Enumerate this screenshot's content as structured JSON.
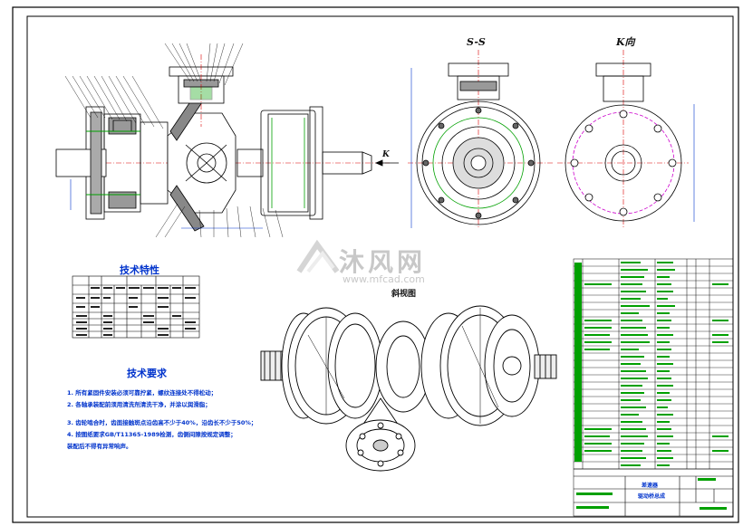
{
  "views": {
    "section_title": "S-S",
    "view_title": "K向",
    "iso_title": "斜视图",
    "arrow_label": "K"
  },
  "tech_specs": {
    "title": "技术特性"
  },
  "requirements": {
    "title": "技术要求",
    "items": [
      "1. 所有紧固件安装必须可靠拧紧，螺纹连接处不得松动；",
      "2. 各轴承装配前须用清洗剂清洗干净，并涂以润滑脂；",
      "3. 齿轮啮合时，齿面接触斑点沿齿高不少于40%，沿齿长不少于50%；",
      "4. 按图纸要求GB/T11365-1989检测，齿侧间隙按规定调整；",
      "   装配后不得有异常响声。"
    ]
  },
  "watermark": {
    "brand": "沐风网",
    "url": "www.mfcad.com"
  },
  "title_block": {
    "name_line1": "差速器",
    "name_line2": "驱动桥总成"
  },
  "colors": {
    "line": "#000000",
    "green": "#00a000",
    "blue": "#0033cc",
    "red": "#dd0000",
    "magenta": "#cc00cc"
  }
}
